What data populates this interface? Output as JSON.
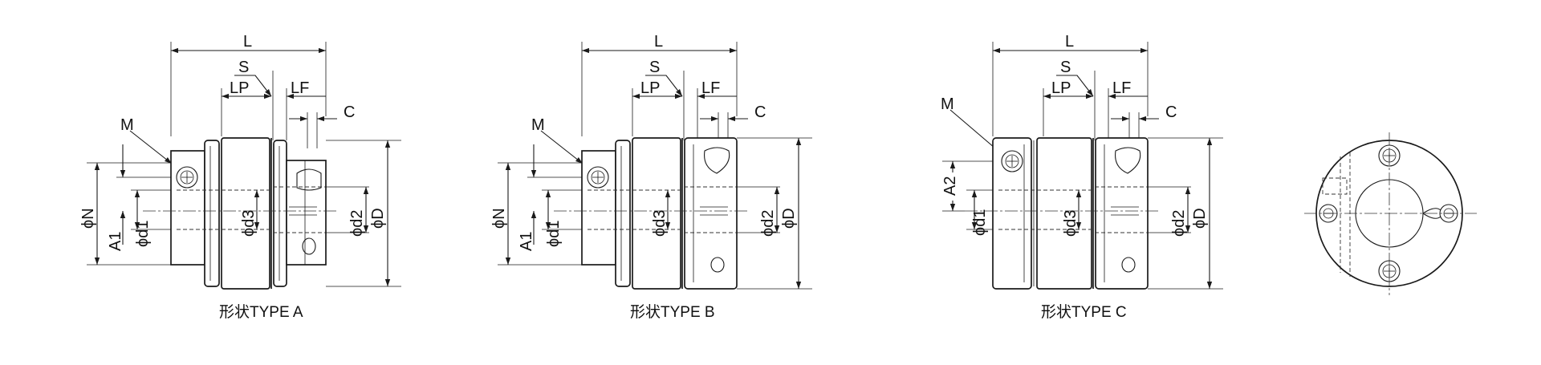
{
  "labels": {
    "L": "L",
    "S": "S",
    "LP": "LP",
    "LF": "LF",
    "C": "C",
    "M": "M",
    "phiN": "ϕN",
    "A1": "A1",
    "A2": "A2",
    "phid1": "ϕd1",
    "phid2": "ϕd2",
    "phid3": "ϕd3",
    "phiD": "ϕD"
  },
  "captions": {
    "typeA": "形状TYPE A",
    "typeB": "形状TYPE B",
    "typeC": "形状TYPE C"
  }
}
